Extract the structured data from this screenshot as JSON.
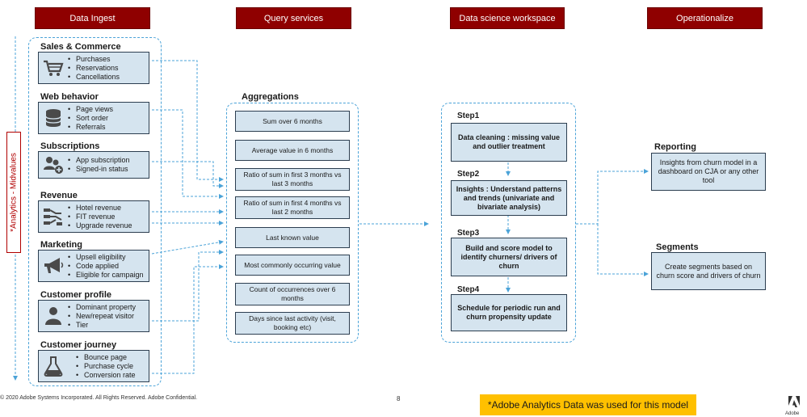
{
  "headers": {
    "ingest": "Data Ingest",
    "query": "Query services",
    "workspace": "Data science workspace",
    "operationalize": "Operationalize"
  },
  "side_label": "*Analytics - Midvalues",
  "sources": [
    {
      "title": "Sales & Commerce",
      "icon": "shopping-cart-icon",
      "items": [
        "Purchases",
        "Reservations",
        "Cancellations"
      ]
    },
    {
      "title": "Web behavior",
      "icon": "database-icon",
      "items": [
        "Page views",
        "Sort order",
        "Referrals"
      ]
    },
    {
      "title": "Subscriptions",
      "icon": "users-add-icon",
      "items": [
        "App subscription",
        "Signed-in status"
      ]
    },
    {
      "title": "Revenue",
      "icon": "flow-chart-icon",
      "items": [
        "Hotel revenue",
        "FIT revenue",
        "Upgrade revenue"
      ]
    },
    {
      "title": "Marketing",
      "icon": "megaphone-icon",
      "items": [
        "Upsell eligibility",
        "Code applied",
        "Eligible for campaign"
      ]
    },
    {
      "title": "Customer profile",
      "icon": "person-icon",
      "items": [
        "Dominant property",
        "New/repeat visitor",
        "Tier"
      ]
    },
    {
      "title": "Customer journey",
      "icon": "flask-icon",
      "items": [
        "Bounce page",
        "Purchase cycle",
        "Conversion rate"
      ]
    }
  ],
  "aggregations": {
    "title": "Aggregations",
    "items": [
      "Sum over 6 months",
      "Average value in 6 months",
      "Ratio of sum in first 3 months vs last 3 months",
      "Ratio of sum in first 4 months vs last 2 months",
      "Last known value",
      "Most commonly occurring value",
      "Count of occurrences over 6 months",
      "Days since last activity (visit, booking etc)"
    ]
  },
  "steps": [
    {
      "title": "Step1",
      "text": "Data cleaning : missing value and outlier treatment"
    },
    {
      "title": "Step2",
      "text": "Insights : Understand patterns and trends (univariate and bivariate analysis)"
    },
    {
      "title": "Step3",
      "text": "Build and score model to identify churners/ drivers of churn"
    },
    {
      "title": "Step4",
      "text": "Schedule for periodic run and churn propensity update"
    }
  ],
  "outputs": [
    {
      "title": "Reporting",
      "text": "Insights from churn model in a dashboard on CJA or any other tool"
    },
    {
      "title": "Segments",
      "text": "Create segments based on churn score and drivers of churn"
    }
  ],
  "footer": {
    "copyright": "© 2020 Adobe Systems Incorporated.  All Rights Reserved.  Adobe Confidential.",
    "page_number": "8",
    "note": "*Adobe Analytics Data was used for this model",
    "brand": "Adobe"
  },
  "colors": {
    "header_bg": "#8f0000",
    "box_fill": "#d5e4ef",
    "dashed_line": "#4ba3d8",
    "note_bg": "#ffc000"
  }
}
